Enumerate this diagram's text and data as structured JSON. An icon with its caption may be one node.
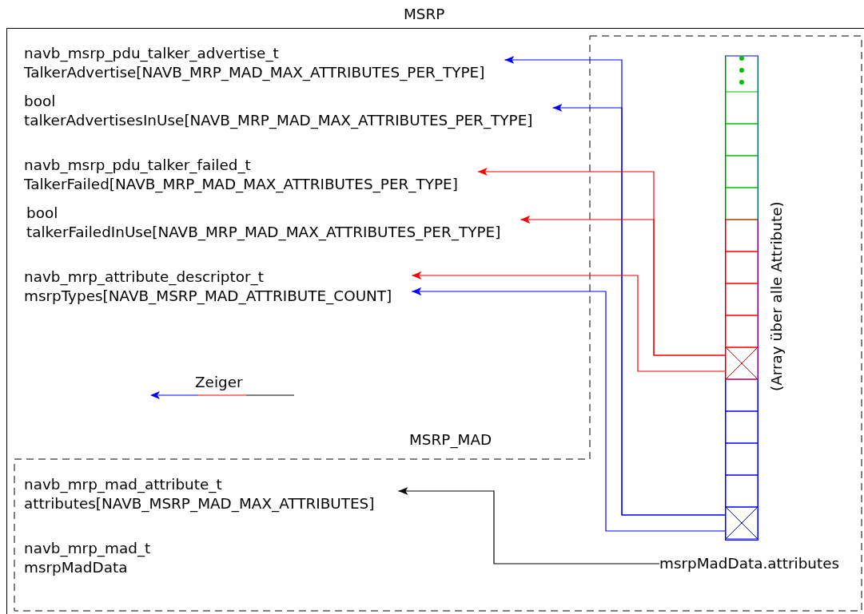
{
  "diagram": {
    "nodes": [
      {
        "text": [
          "MSRP"
        ]
      },
      {
        "text": [
          "MSRP_MAD"
        ],
        "in": 0
      },
      {
        "text": [
          "navb_msrp_pdu_talker_advertise_t TalkerAdvertise[NAVB_MRP_MAD_MAX_ATTRIBUTES_PER_TYPE]"
        ],
        "in": 0
      },
      {
        "text": [
          "bool talkerAdvertisesInUse[NAVB_MRP_MAD_MAX_ATTRIBUTES_PER_TYPE]"
        ],
        "in": 0
      },
      {
        "text": [
          "navb_msrp_pdu_talker_failed_t TalkerFailed[NAVB_MRP_MAD_MAX_ATTRIBUTES_PER_TYPE]"
        ],
        "in": 0
      },
      {
        "text": [
          "bool talkerFailedInUse[NAVB_MRP_MAD_MAX_ATTRIBUTES_PER_TYPE]"
        ],
        "in": 0
      },
      {
        "text": [
          "navb_mrp_attribute_descriptor_t msrpTypes[NAVB_MSRP_MAD_ATTRIBUTE_COUNT]"
        ],
        "in": 0
      },
      {
        "text": [
          "navb_mrp_mad_attribute_t attributes[NAVB_MSRP_MAD_MAX_ATTRIBUTES]"
        ],
        "in": 1
      },
      {
        "text": [
          "navb_mrp_mad_t msrpMadData"
        ],
        "in": 1
      },
      {
        "text": [],
        "shape": "bar",
        "in": 1,
        "beside": [
          "(Array über alle Attribute)"
        ]
      },
      {
        "text": [],
        "shape": "box",
        "in": 9
      },
      {
        "text": [],
        "shape": "box",
        "in": 9
      },
      {
        "text": [
          "msrpMadData.attributes"
        ],
        "in": 1
      }
    ],
    "edges": [
      {
        "from": 11,
        "to": 2,
        "arrow": "to",
        "color": "#0000ff"
      },
      {
        "from": 11,
        "to": 3,
        "arrow": "to",
        "color": "#0000ff"
      },
      {
        "from": 10,
        "to": 4,
        "arrow": "to",
        "color": "#ff0000"
      },
      {
        "from": 10,
        "to": 5,
        "arrow": "to",
        "color": "#ff0000"
      },
      {
        "from": 10,
        "to": 6,
        "arrow": "to",
        "color": "#ff0000"
      },
      {
        "from": 11,
        "to": 6,
        "arrow": "to",
        "color": "#0000ff"
      },
      {
        "from": 12,
        "to": 7,
        "arrow": "to",
        "color": "#000000"
      }
    ],
    "legend": [
      {
        "text": "Zeiger"
      }
    ]
  }
}
